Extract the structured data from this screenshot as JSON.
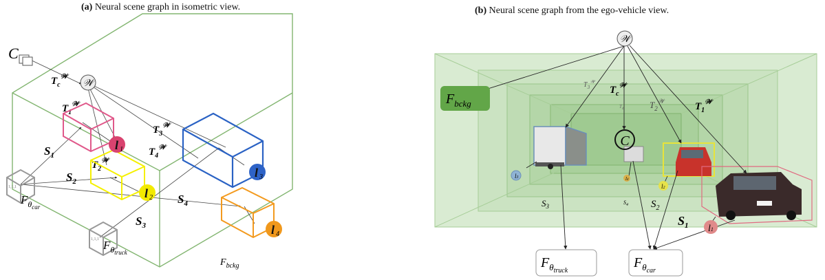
{
  "captions": {
    "a_tag": "(a)",
    "a_text": "Neural scene graph in isometric view.",
    "b_tag": "(b)",
    "b_text": "Neural scene graph from the ego-vehicle view."
  },
  "panel_a": {
    "world": "𝒲",
    "camera": "C",
    "transforms": {
      "camera": "T",
      "camera_sub": "c",
      "sup": "𝒲",
      "t1": "1",
      "t2": "2",
      "t3": "3",
      "t4": "4"
    },
    "latents": [
      "l1",
      "l2",
      "l3",
      "l4"
    ],
    "latent_labels": {
      "l1": "1",
      "l2": "2",
      "l3": "3",
      "l4": "4"
    },
    "scales": {
      "s1": "1",
      "s2": "2",
      "s3": "3",
      "s4": "4"
    },
    "functions": {
      "car": "car",
      "truck": "truck",
      "bckg": "bckg"
    },
    "cube_label": "1,1,1"
  },
  "panel_b": {
    "world": "𝒲",
    "camera": "C",
    "f_bckg": "bckg",
    "f_truck": "truck",
    "f_car": "car",
    "latent_labels": {
      "l1": "1",
      "l2": "2",
      "l3": "3",
      "l4": "4"
    },
    "scales": {
      "s1": "1",
      "s2": "2",
      "s3": "3",
      "s4": "4"
    }
  },
  "colors": {
    "bckg_green": "#82b570",
    "box_pink": "#e0588a",
    "box_yellow": "#f5f000",
    "box_blue": "#2a62c4",
    "box_orange": "#f39a1e",
    "latent_pink": "#d9436f",
    "latent_yellow": "#f2ea00",
    "latent_blue": "#2e63c7",
    "latent_orange": "#f0981c",
    "fbckg_fill": "#62a648"
  }
}
